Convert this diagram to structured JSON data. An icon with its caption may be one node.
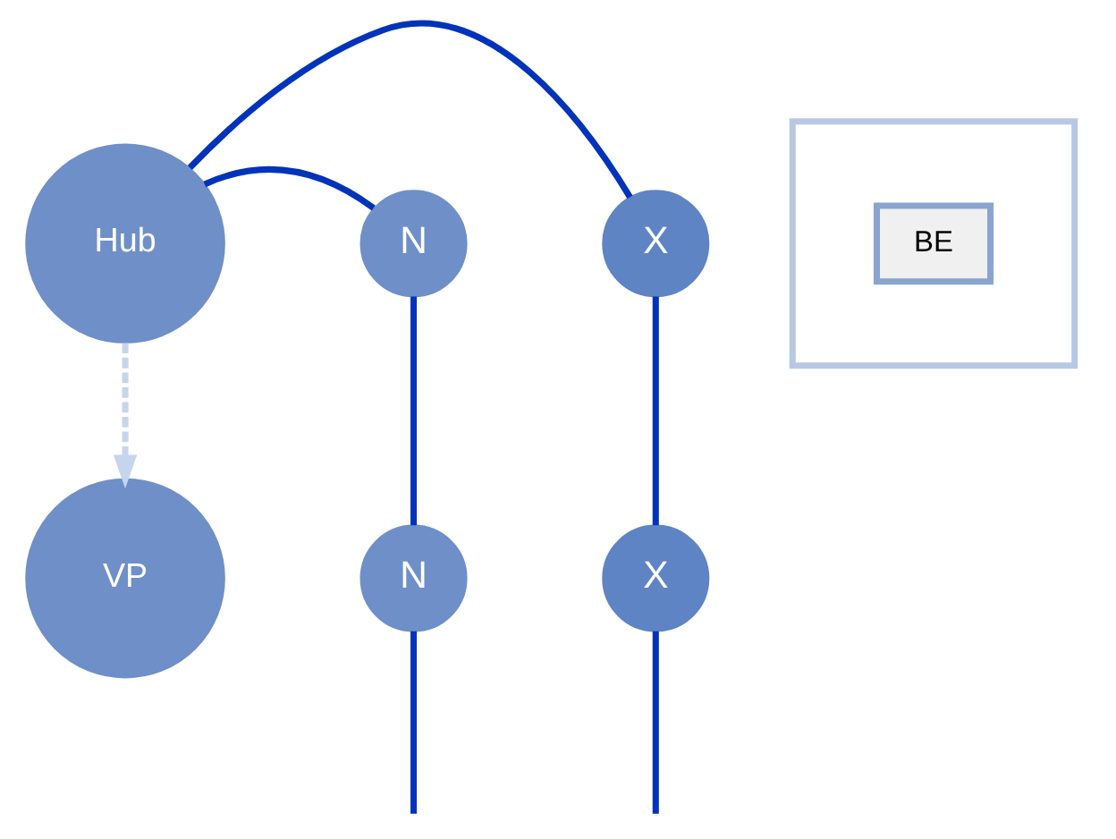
{
  "diagram": {
    "nodes": [
      {
        "text": [
          "Hub"
        ]
      },
      {
        "text": [
          "N"
        ]
      },
      {
        "text": [
          "X"
        ]
      },
      {
        "text": [],
        "shape": "box"
      },
      {
        "text": [
          "BE"
        ],
        "in": 3
      },
      {
        "text": [
          "VP"
        ]
      },
      {
        "text": [
          "N"
        ]
      },
      {
        "text": [
          "X"
        ]
      }
    ],
    "edges": [
      {
        "from": 0,
        "to": 1,
        "arrow": "none"
      },
      {
        "from": 0,
        "to": 2,
        "arrow": "none"
      },
      {
        "from": 0,
        "to": 5,
        "arrow": "to",
        "style": "dashed",
        "color": "#c5d5ee"
      },
      {
        "from": 1,
        "to": 6,
        "arrow": "none"
      },
      {
        "from": 2,
        "to": 7,
        "arrow": "none"
      },
      {
        "from": 6,
        "to": null,
        "arrow": "none"
      },
      {
        "from": 7,
        "to": null,
        "arrow": "none"
      }
    ]
  }
}
